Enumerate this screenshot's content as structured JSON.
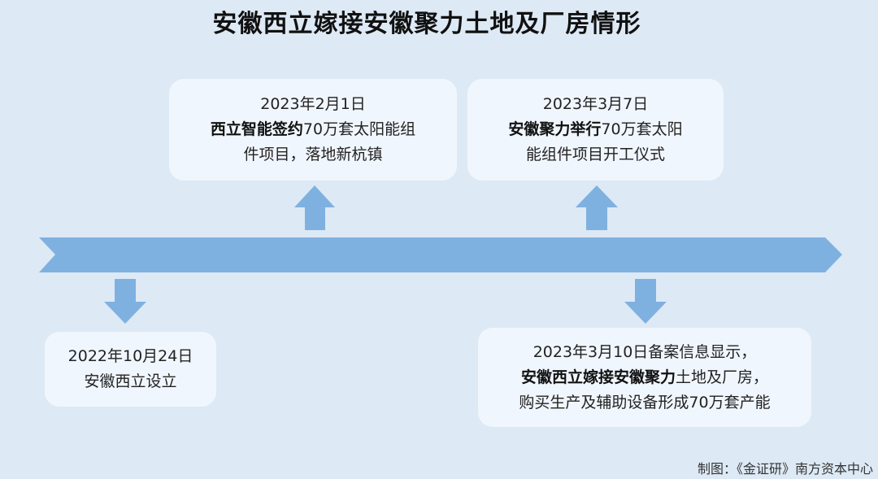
{
  "title": "安徽西立嫁接安徽聚力土地及厂房情形",
  "colors": {
    "background": "#dde9f5",
    "box": "#f0f6fd",
    "arrow": "#7fb1e0"
  },
  "events": [
    {
      "date": "2023年2月1日",
      "bold": "西立智能签约",
      "text1": "70万套太阳能组",
      "text2": "件项目，落地新杭镇"
    },
    {
      "date": "2023年3月7日",
      "bold": "安徽聚力举行",
      "text1": "70万套太阳",
      "text2": "能组件项目开工仪式"
    },
    {
      "date": "2022年10月24日",
      "text1": "安徽西立设立"
    },
    {
      "date": "2023年3月10日备案信息显示，",
      "bold": "安徽西立嫁接安徽聚力",
      "text1": "土地及厂房，",
      "text2": "购买生产及辅助设备形成70万套产能"
    }
  ],
  "credit": "制图：《金证研》南方资本中心"
}
